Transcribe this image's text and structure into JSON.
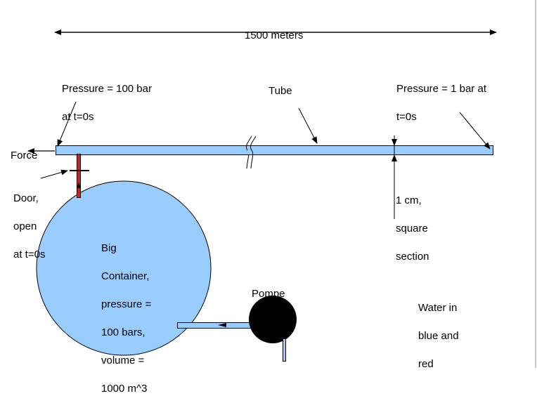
{
  "diagram": {
    "dimension_label": "1500 meters",
    "left_pressure": {
      "line1": "Pressure = 100 bar",
      "line2": "at t=0s"
    },
    "tube_label": "Tube",
    "right_pressure": {
      "line1": "Pressure = 1 bar at",
      "line2": "t=0s"
    },
    "force_label": "Force",
    "door_label": {
      "line1": "Door,",
      "line2": "open",
      "line3": "at t=0s"
    },
    "section_label": {
      "line1": "1 cm,",
      "line2": "square",
      "line3": "section"
    },
    "container_label": {
      "line1": "Big",
      "line2": "Container,",
      "line3": "pressure =",
      "line4": "100 bars,",
      "line5": "volume =",
      "line6": "1000 m^3"
    },
    "pump_label": "Pompe",
    "legend_label": {
      "line1": "Water in",
      "line2": "blue and",
      "line3": "red"
    }
  },
  "colors": {
    "water_blue": "#99ccff",
    "door_red": "#cc2222",
    "pump_black": "#000000",
    "outline": "#000000"
  }
}
